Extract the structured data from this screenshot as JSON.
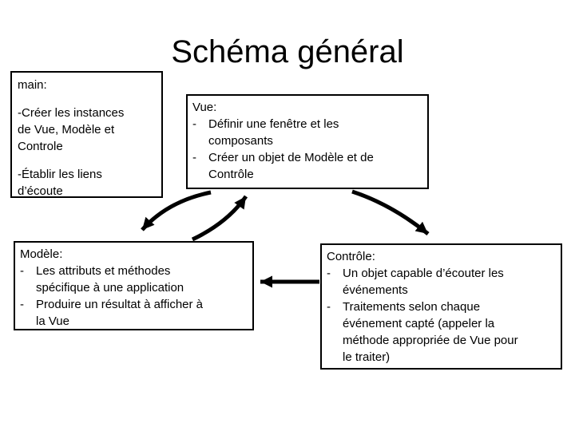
{
  "title": "Schéma général",
  "colors": {
    "background": "#ffffff",
    "text": "#000000",
    "box_border": "#000000",
    "box_fill": "#ffffff",
    "arrow": "#000000"
  },
  "boxes": {
    "main": {
      "label": "main:",
      "items": [
        "-Créer les instances\nde Vue, Modèle et\nControle",
        "-Établir les liens\nd’écoute"
      ]
    },
    "vue": {
      "label": "Vue:",
      "bullet": "-",
      "items": [
        "Définir une fenêtre et les\ncomposants",
        "Créer un objet de Modèle et de\nContrôle"
      ]
    },
    "modele": {
      "label": "Modèle:",
      "bullet": "-",
      "items": [
        "Les attributs et méthodes\nspécifique à une application",
        "Produire un résultat à afficher à\nla Vue"
      ]
    },
    "controle": {
      "label": "Contrôle:",
      "bullet": "-",
      "items": [
        "Un objet capable d’écouter les\névénements",
        "Traitements selon chaque\névénement capté (appeler la\nméthode appropriée de Vue pour\nle traiter)"
      ]
    }
  },
  "arrows": [
    {
      "from": "vue",
      "to": "modele",
      "style": "curved"
    },
    {
      "from": "modele",
      "to": "vue",
      "style": "curved"
    },
    {
      "from": "vue",
      "to": "controle",
      "style": "curved"
    },
    {
      "from": "controle",
      "to": "modele",
      "style": "straight"
    }
  ]
}
